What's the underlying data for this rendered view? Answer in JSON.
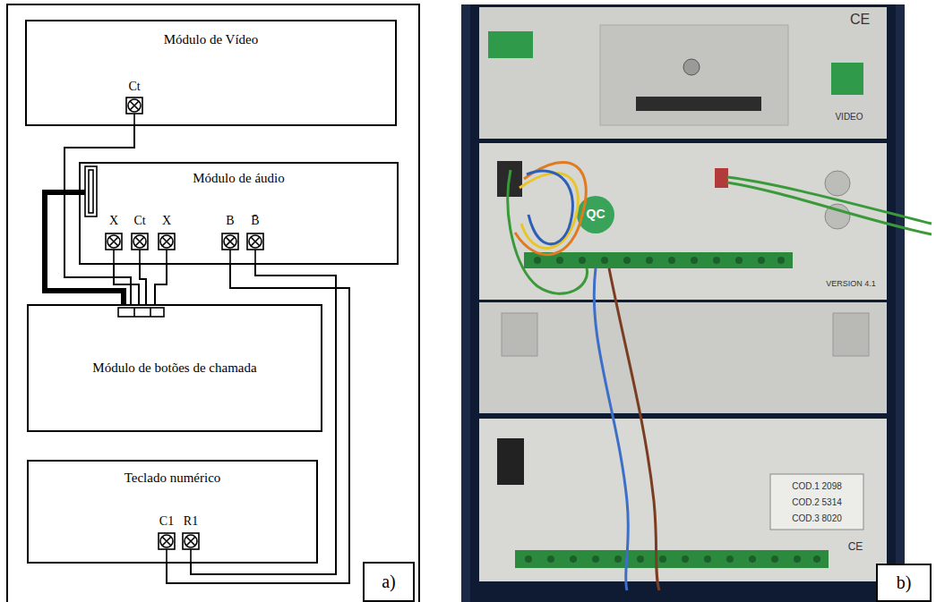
{
  "diagram": {
    "nodes": [
      {
        "text": [
          "Módulo de Vídeo"
        ]
      },
      {
        "text": [
          "Módulo de áudio"
        ]
      },
      {
        "text": [
          "Módulo de botões de chamada"
        ]
      },
      {
        "text": [
          "Teclado numérico"
        ]
      },
      {
        "text": [
          "a)"
        ]
      },
      {
        "text": [
          "b)"
        ]
      }
    ],
    "edges": [
      {
        "from": 0,
        "to": 2,
        "arrow": "none"
      },
      {
        "from": 1,
        "to": 2,
        "arrow": "none"
      },
      {
        "from": 1,
        "to": 2,
        "arrow": "none"
      },
      {
        "from": 1,
        "to": 2,
        "arrow": "none"
      },
      {
        "from": 1,
        "to": 2,
        "arrow": "none"
      },
      {
        "from": 1,
        "to": 3,
        "arrow": "none"
      },
      {
        "from": 1,
        "to": 3,
        "arrow": "none"
      }
    ],
    "labels": [
      "Ct",
      "X",
      "Ct",
      "X",
      "B",
      "B̄",
      "C1",
      "R1",
      "CE",
      "VIDEO",
      "QC",
      "VERSION 4.1",
      "COD.1 2098",
      "COD.2 5314",
      "COD.3 8020",
      "CE"
    ]
  }
}
